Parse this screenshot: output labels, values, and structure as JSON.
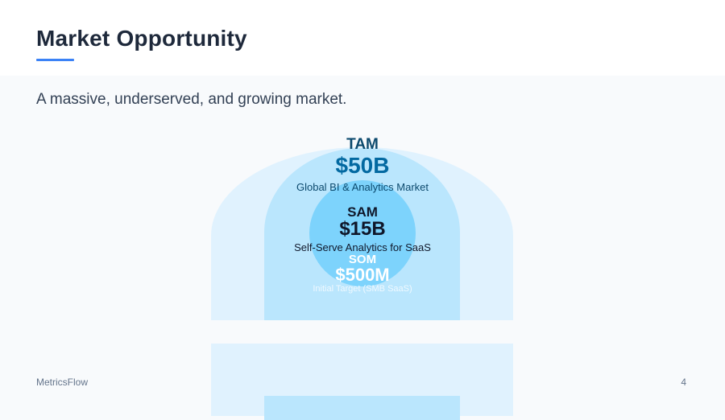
{
  "header": {
    "title": "Market Opportunity"
  },
  "subtitle": "A massive, underserved, and growing market.",
  "markets": {
    "tam": {
      "label": "TAM",
      "value": "$50B",
      "description": "Global BI & Analytics Market"
    },
    "sam": {
      "label": "SAM",
      "value": "$15B",
      "description": "Self-Serve Analytics for SaaS"
    },
    "som": {
      "label": "SOM",
      "value": "$500M",
      "description": "Initial Target (SMB SaaS)"
    }
  },
  "colors": {
    "accent": "#3b82f6",
    "tam": "#e0f2fe",
    "sam": "#bae6fd",
    "som": "#7dd3fc"
  },
  "footer": {
    "brand": "MetricsFlow",
    "page_number": "4"
  }
}
